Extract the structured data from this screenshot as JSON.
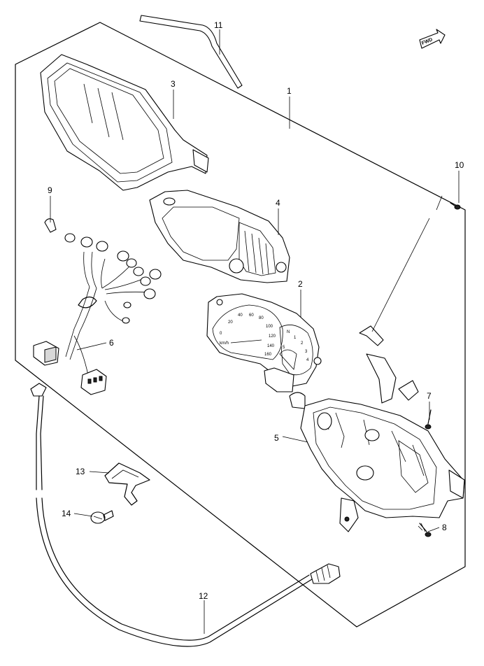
{
  "labels": {
    "p1": "1",
    "p2": "2",
    "p3": "3",
    "p4": "4",
    "p5": "5",
    "p6": "6",
    "p7": "7",
    "p8": "8",
    "p9": "9",
    "p10": "10",
    "p11": "11",
    "p12": "12",
    "p13": "13",
    "p14": "14"
  },
  "fwd_arrow": "FWD",
  "speedometer": {
    "ticks": [
      "0",
      "20",
      "40",
      "60",
      "80",
      "100",
      "120",
      "140",
      "160"
    ],
    "unit": "km/h"
  },
  "gear_indicator": [
    "1",
    "2",
    "3",
    "4",
    "5",
    "N"
  ]
}
